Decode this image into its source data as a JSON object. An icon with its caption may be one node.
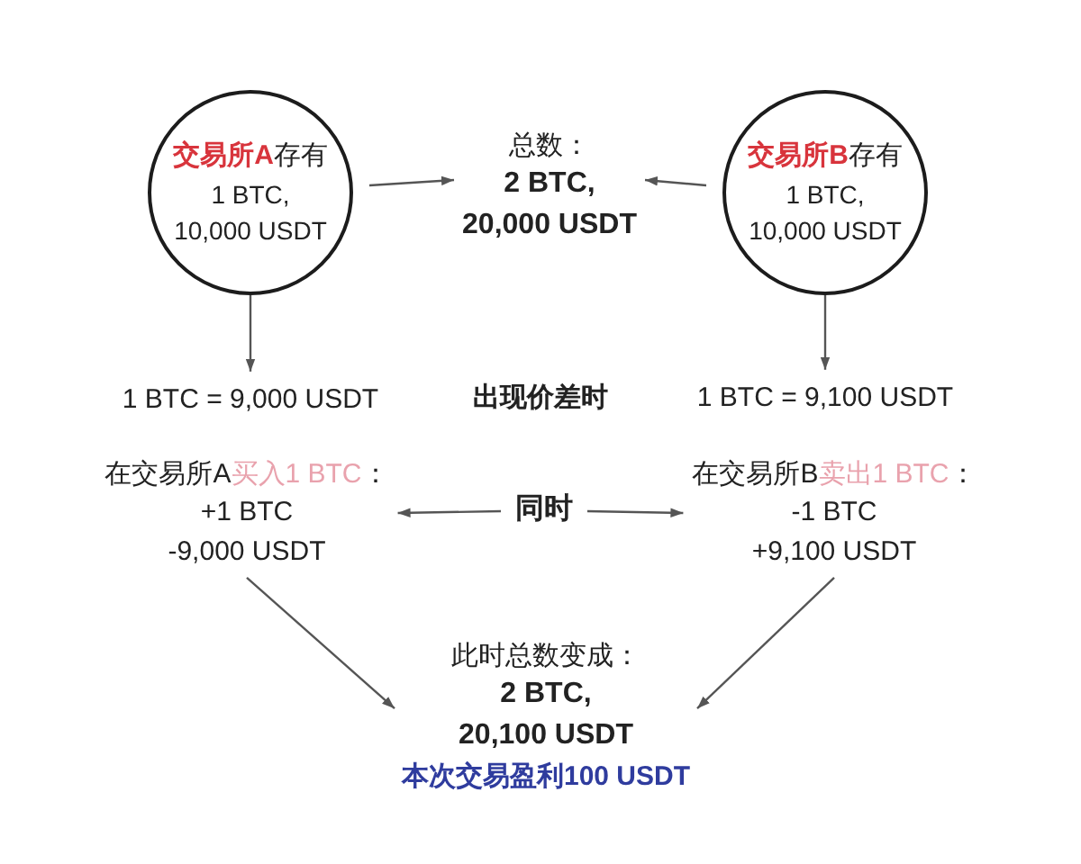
{
  "diagram": {
    "nodes": [
      {
        "text": [
          "**交易所A**存有",
          "1 BTC, 10,000 USDT"
        ]
      },
      {
        "text": [
          "总数：",
          "2 BTC, 20,000 USDT"
        ]
      },
      {
        "text": [
          "**交易所B**存有",
          "1 BTC, 10,000 USDT"
        ]
      },
      {
        "text": [
          "1 BTC = 9,000 USDT"
        ]
      },
      {
        "text": [
          "1 BTC = 9,100 USDT"
        ]
      },
      {
        "text": [
          "在交易所A**买入1 BTC**：",
          "+1 BTC -9,000 USDT"
        ]
      },
      {
        "text": [
          "同时"
        ]
      },
      {
        "text": [
          "在交易所B**卖出1 BTC**：",
          "-1 BTC +9,100 USDT"
        ]
      },
      {
        "text": [
          "此时总数变成：",
          "2 BTC, 20,100 USDT",
          "本次交易盈利100 USDT"
        ]
      }
    ],
    "edges": [
      {
        "from": 0,
        "to": 1,
        "arrow": "to"
      },
      {
        "from": 2,
        "to": 1,
        "arrow": "to"
      },
      {
        "from": 0,
        "to": 3,
        "arrow": "to"
      },
      {
        "from": 2,
        "to": 4,
        "arrow": "to"
      },
      {
        "from": 6,
        "to": 5,
        "arrow": "to"
      },
      {
        "from": 6,
        "to": 7,
        "arrow": "to"
      },
      {
        "from": 5,
        "to": 8,
        "arrow": "to"
      },
      {
        "from": 7,
        "to": 8,
        "arrow": "to"
      }
    ],
    "labels": [
      "出现价差时"
    ]
  }
}
